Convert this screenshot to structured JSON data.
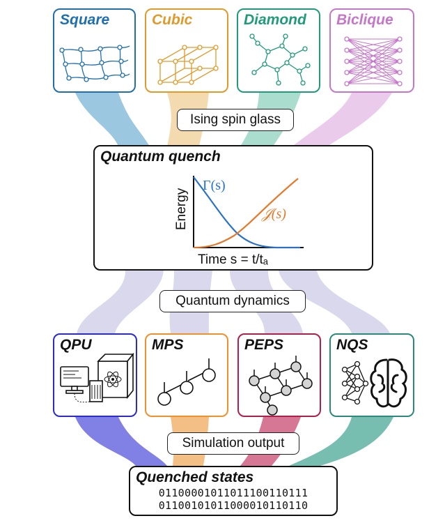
{
  "lattices": [
    {
      "label": "Square",
      "color": "#1f6fae",
      "ribbon": "#79b6d6"
    },
    {
      "label": "Cubic",
      "color": "#e09a2a",
      "ribbon": "#f0cf94"
    },
    {
      "label": "Diamond",
      "color": "#1f9a7a",
      "ribbon": "#8fd1bf"
    },
    {
      "label": "Biclique",
      "color": "#c576c9",
      "ribbon": "#e3b9e6"
    }
  ],
  "ising_label": "Ising spin glass",
  "quench": {
    "title": "Quantum quench",
    "ylabel": "Energy",
    "xlabel": "Time s = t/tₐ",
    "gamma_label": "Γ(s)",
    "j_label": "𝒥(s)",
    "gamma_color": "#2a72c9",
    "j_color": "#e6782a"
  },
  "dynamics_label": "Quantum dynamics",
  "methods": [
    {
      "label": "QPU",
      "color": "#2a2ad0",
      "ribbon": "#6b6be0"
    },
    {
      "label": "MPS",
      "color": "#f0902a",
      "ribbon": "#f2b46e"
    },
    {
      "label": "PEPS",
      "color": "#b01e4a",
      "ribbon": "#cf5f82"
    },
    {
      "label": "NQS",
      "color": "#2a8a7a",
      "ribbon": "#5fb3a3"
    }
  ],
  "simulation_label": "Simulation output",
  "quenched": {
    "title": "Quenched states",
    "line1": "01100001011011100110111",
    "line2": "01100101011000010110110"
  }
}
